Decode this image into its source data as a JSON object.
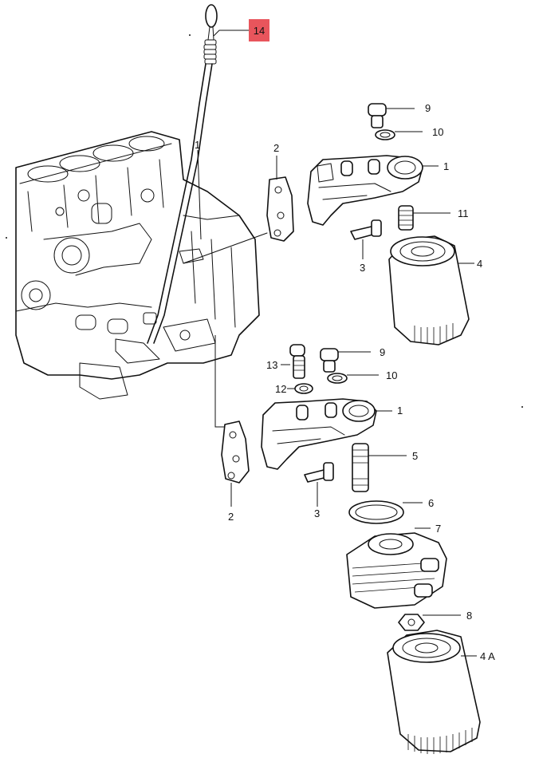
{
  "diagram": {
    "highlight_color": "#e8555c",
    "callouts": [
      {
        "id": "c14",
        "label": "14",
        "highlighted": true
      },
      {
        "id": "c9a",
        "label": "9"
      },
      {
        "id": "c10a",
        "label": "10"
      },
      {
        "id": "c1a",
        "label": "1"
      },
      {
        "id": "c2a",
        "label": "2"
      },
      {
        "id": "c11",
        "label": "11"
      },
      {
        "id": "c3a",
        "label": "3"
      },
      {
        "id": "c4",
        "label": "4"
      },
      {
        "id": "c1b",
        "label": "1"
      },
      {
        "id": "c9b",
        "label": "9"
      },
      {
        "id": "c13",
        "label": "13"
      },
      {
        "id": "c10b",
        "label": "10"
      },
      {
        "id": "c12",
        "label": "12"
      },
      {
        "id": "c1c",
        "label": "1"
      },
      {
        "id": "c5",
        "label": "5"
      },
      {
        "id": "c2b",
        "label": "2"
      },
      {
        "id": "c3b",
        "label": "3"
      },
      {
        "id": "c6",
        "label": "6"
      },
      {
        "id": "c7",
        "label": "7"
      },
      {
        "id": "c8",
        "label": "8"
      },
      {
        "id": "c4a",
        "label": "4 A"
      }
    ]
  }
}
